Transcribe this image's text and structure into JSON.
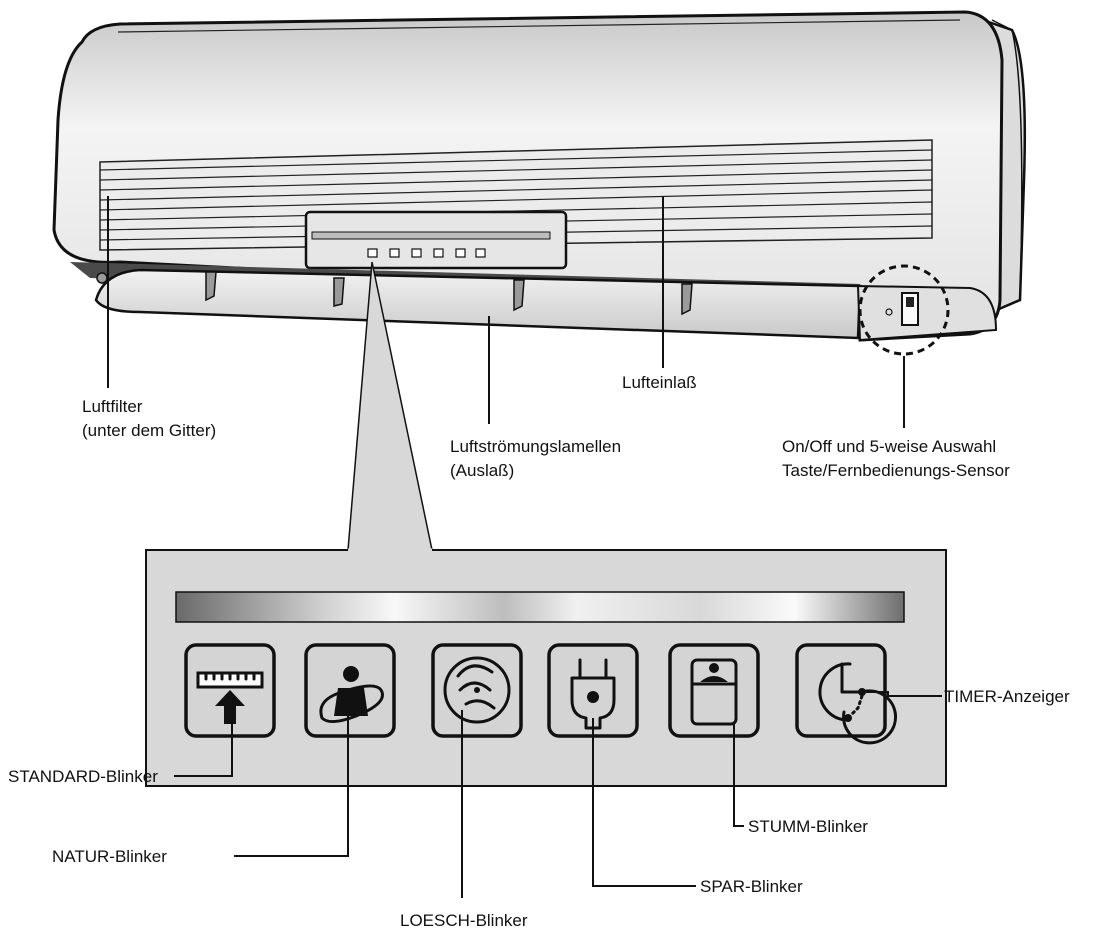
{
  "callouts": {
    "air_filter": [
      "Luftfilter",
      "(unter dem Gitter)"
    ],
    "air_inlet": "Lufteinlaß",
    "louvers": [
      "Luftströmungslamellen",
      "(Auslaß)"
    ],
    "onoff": [
      "On/Off und 5-weise Auswahl",
      "Taste/Fernbedienungs-Sensor"
    ]
  },
  "indicators": [
    {
      "icon": "standard-ruler-arrow-icon",
      "label": "STANDARD-Blinker"
    },
    {
      "icon": "natur-person-orbit-icon",
      "label": "NATUR-Blinker"
    },
    {
      "icon": "loesch-spiral-disc-icon",
      "label": "LOESCH-Blinker"
    },
    {
      "icon": "spar-plug-icon",
      "label": "SPAR-Blinker"
    },
    {
      "icon": "stumm-sleeper-bed-icon",
      "label": "STUMM-Blinker"
    },
    {
      "icon": "timer-clock-icon",
      "label": "TIMER-Anzeiger"
    }
  ]
}
